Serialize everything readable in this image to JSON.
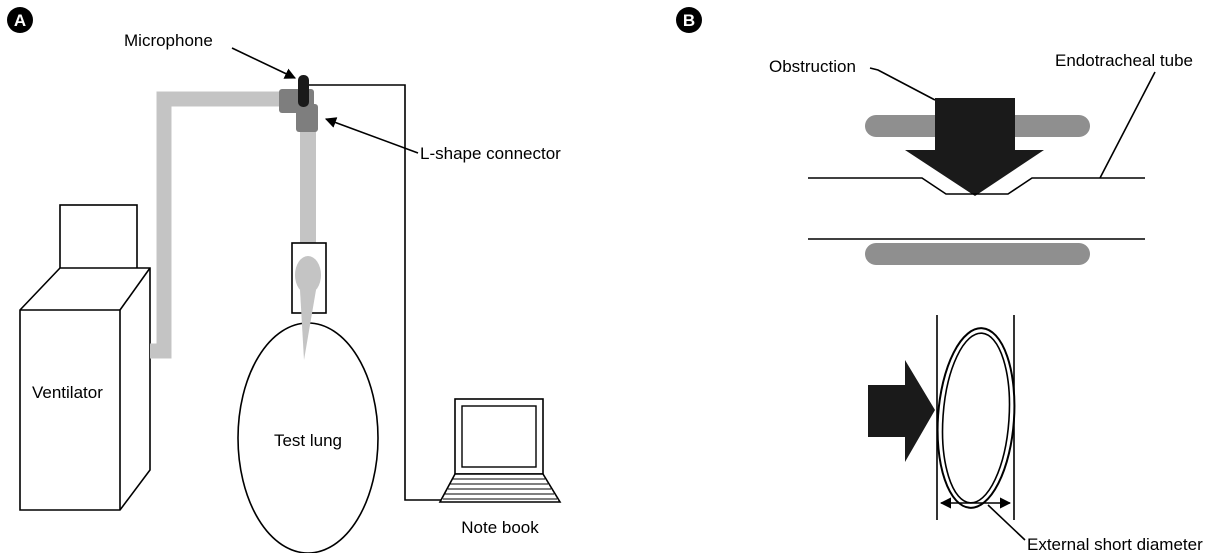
{
  "panel_a": {
    "badge": "A",
    "labels": {
      "microphone": "Microphone",
      "connector": "L-shape connector",
      "ventilator": "Ventilator",
      "test_lung": "Test lung",
      "notebook": "Note book"
    }
  },
  "panel_b": {
    "badge": "B",
    "labels": {
      "obstruction": "Obstruction",
      "tube": "Endotracheal tube",
      "diameter": "External short diameter"
    }
  },
  "colors": {
    "tube_gray": "#c4c4c4",
    "connector_gray": "#7e7e7e",
    "bar_gray": "#8f8f8f",
    "arrow_black": "#1a1a1a"
  }
}
